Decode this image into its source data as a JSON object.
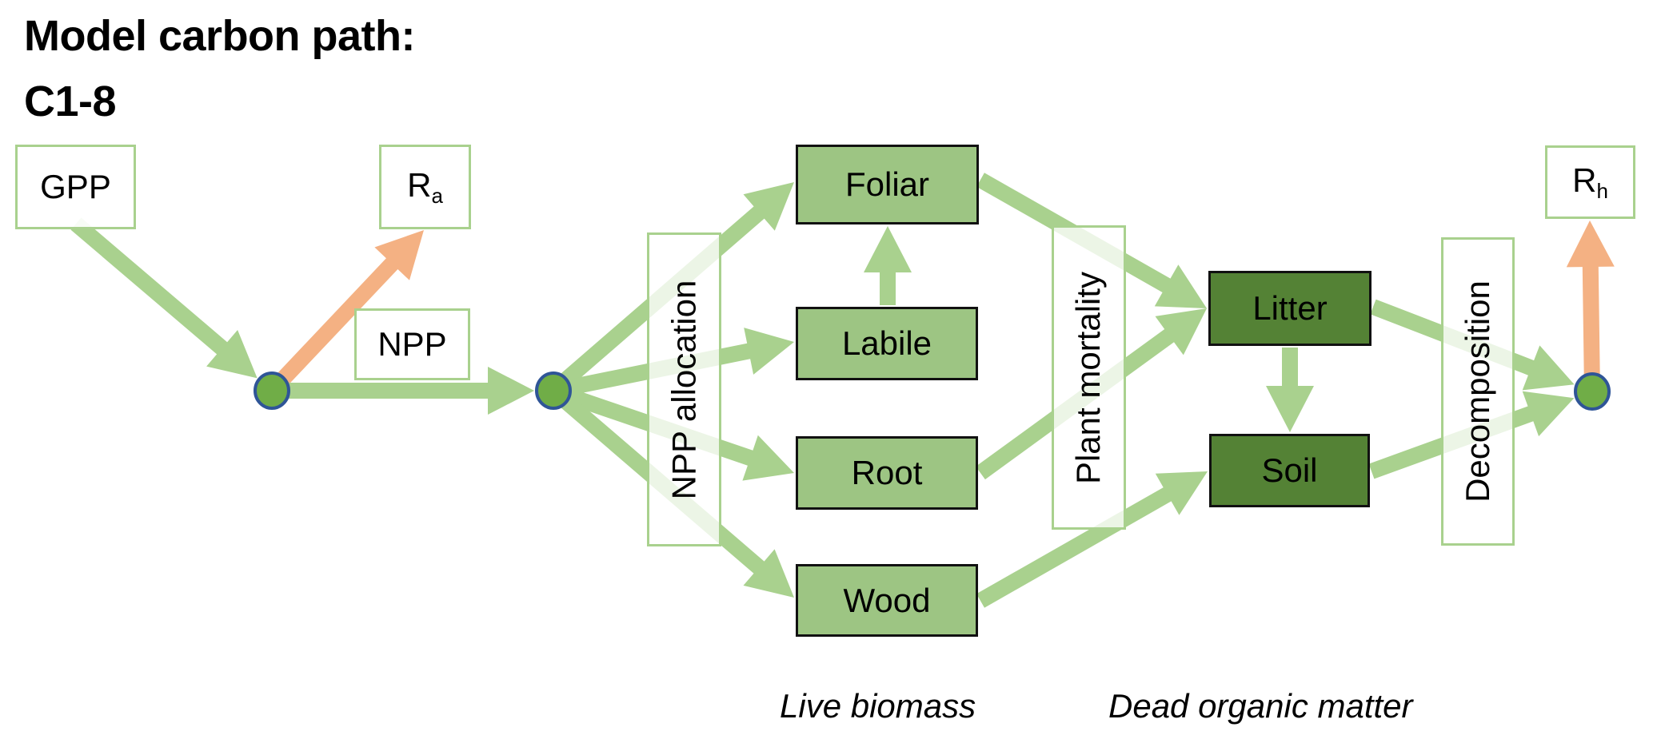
{
  "title": {
    "line1": "Model carbon path:",
    "line2": "C1-8"
  },
  "colors": {
    "flow_arrow": "#a9d18e",
    "respiration_arrow": "#f4b183",
    "live_pool_fill": "#9dc583",
    "dead_pool_fill": "#548235",
    "node_fill": "#70ad47",
    "node_outline": "#2f5597",
    "flux_box_border": "#a9d18e"
  },
  "fluxes": {
    "gpp": {
      "label": "GPP"
    },
    "ra": {
      "label": "R",
      "sub": "a"
    },
    "npp": {
      "label": "NPP"
    },
    "rh": {
      "label": "R",
      "sub": "h"
    }
  },
  "processes": {
    "allocation": "NPP allocation",
    "mortality": "Plant mortality",
    "decomposition": "Decomposition"
  },
  "pools": {
    "live": [
      "Foliar",
      "Labile",
      "Root",
      "Wood"
    ],
    "dead": [
      "Litter",
      "Soil"
    ]
  },
  "captions": {
    "live": "Live biomass",
    "dead": "Dead organic matter"
  },
  "edges": [
    {
      "from": "GPP",
      "to": "node1",
      "type": "flow"
    },
    {
      "from": "node1",
      "to": "Ra",
      "type": "respiration"
    },
    {
      "from": "node1",
      "to": "node2",
      "type": "flow",
      "label": "NPP"
    },
    {
      "from": "node2",
      "to": "Foliar",
      "type": "flow"
    },
    {
      "from": "node2",
      "to": "Labile",
      "type": "flow"
    },
    {
      "from": "node2",
      "to": "Root",
      "type": "flow"
    },
    {
      "from": "node2",
      "to": "Wood",
      "type": "flow"
    },
    {
      "from": "Labile",
      "to": "Foliar",
      "type": "flow"
    },
    {
      "from": "Foliar",
      "to": "Litter",
      "type": "flow"
    },
    {
      "from": "Root",
      "to": "Litter",
      "type": "flow"
    },
    {
      "from": "Wood",
      "to": "Soil",
      "type": "flow"
    },
    {
      "from": "Litter",
      "to": "Soil",
      "type": "flow"
    },
    {
      "from": "Litter",
      "to": "node3",
      "type": "flow"
    },
    {
      "from": "Soil",
      "to": "node3",
      "type": "flow"
    },
    {
      "from": "node3",
      "to": "Rh",
      "type": "respiration"
    }
  ]
}
